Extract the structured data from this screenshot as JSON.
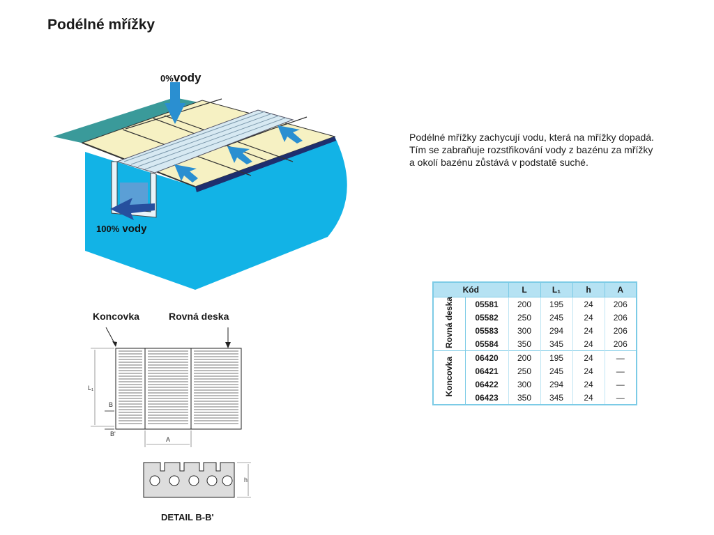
{
  "page": {
    "title": "Podélné mřížky",
    "description": [
      "Podélné mřížky zachycují vodu, která na mřížky dopadá.",
      "Tím se zabraňuje rozstřikování vody z bazénu za mřížky",
      "a okolí bazénu zůstává v podstatě suché."
    ]
  },
  "illustration": {
    "top_label_pct": "0%",
    "top_label_word": "vody",
    "bottom_label_pct": "100%",
    "bottom_label_word": "vody",
    "colors": {
      "pool": "#12b3e6",
      "deck": "#f6f1c3",
      "grate": "#d7e9f2",
      "arrow": "#2a8fd1",
      "arrow_dark": "#264f9e",
      "ground": "#3a9a9a"
    }
  },
  "drawing": {
    "label_end": "Koncovka",
    "label_straight": "Rovná deska",
    "dim_L1": "L₁",
    "dim_A": "A",
    "dim_h": "h",
    "section_B": "B",
    "section_B2": "B'",
    "detail_label": "DETAIL B-B'"
  },
  "table": {
    "headers": [
      "Kód",
      "L",
      "L₁",
      "h",
      "A"
    ],
    "groups": [
      {
        "name": "Rovná deska",
        "rows": [
          [
            "05581",
            "200",
            "195",
            "24",
            "206"
          ],
          [
            "05582",
            "250",
            "245",
            "24",
            "206"
          ],
          [
            "05583",
            "300",
            "294",
            "24",
            "206"
          ],
          [
            "05584",
            "350",
            "345",
            "24",
            "206"
          ]
        ]
      },
      {
        "name": "Koncovka",
        "rows": [
          [
            "06420",
            "200",
            "195",
            "24",
            "—"
          ],
          [
            "06421",
            "250",
            "245",
            "24",
            "—"
          ],
          [
            "06422",
            "300",
            "294",
            "24",
            "—"
          ],
          [
            "06423",
            "350",
            "345",
            "24",
            "—"
          ]
        ]
      }
    ]
  }
}
